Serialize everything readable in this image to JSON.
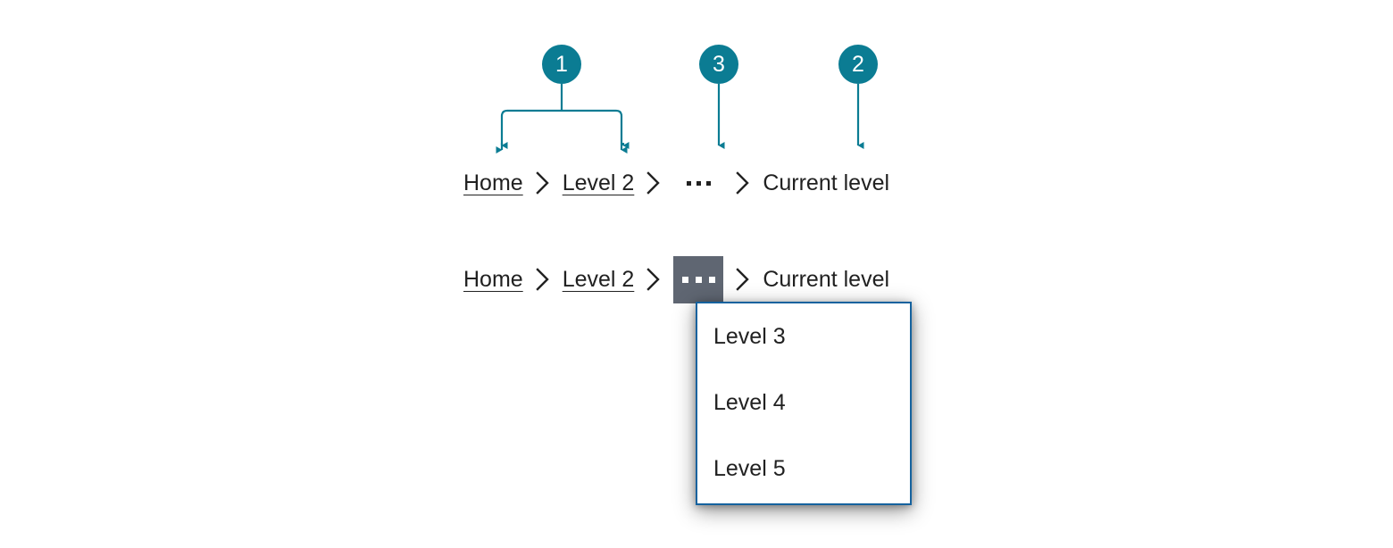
{
  "colors": {
    "accent": "#0b7c93",
    "menu_border": "#15629e",
    "overflow_open_bg": "#5f6672",
    "text": "#212121",
    "page_bg": "#ffffff"
  },
  "callouts": [
    {
      "number": "1",
      "target": "Home and Level 2 links"
    },
    {
      "number": "3",
      "target": "Overflow ellipsis"
    },
    {
      "number": "2",
      "target": "Current level"
    }
  ],
  "breadcrumb_rest": {
    "items": [
      {
        "label": "Home",
        "type": "link"
      },
      {
        "label": "Level 2",
        "type": "link"
      },
      {
        "label": "…",
        "type": "overflow"
      },
      {
        "label": "Current level",
        "type": "current"
      }
    ],
    "separator_icon": "chevron-right-icon",
    "overflow_icon": "ellipsis-icon"
  },
  "breadcrumb_open": {
    "items": [
      {
        "label": "Home",
        "type": "link"
      },
      {
        "label": "Level 2",
        "type": "link"
      },
      {
        "label": "…",
        "type": "overflow"
      },
      {
        "label": "Current level",
        "type": "current"
      }
    ],
    "separator_icon": "chevron-right-icon",
    "overflow_icon": "ellipsis-icon"
  },
  "overflow_menu": {
    "items": [
      {
        "label": "Level 3"
      },
      {
        "label": "Level 4"
      },
      {
        "label": "Level 5"
      }
    ]
  }
}
